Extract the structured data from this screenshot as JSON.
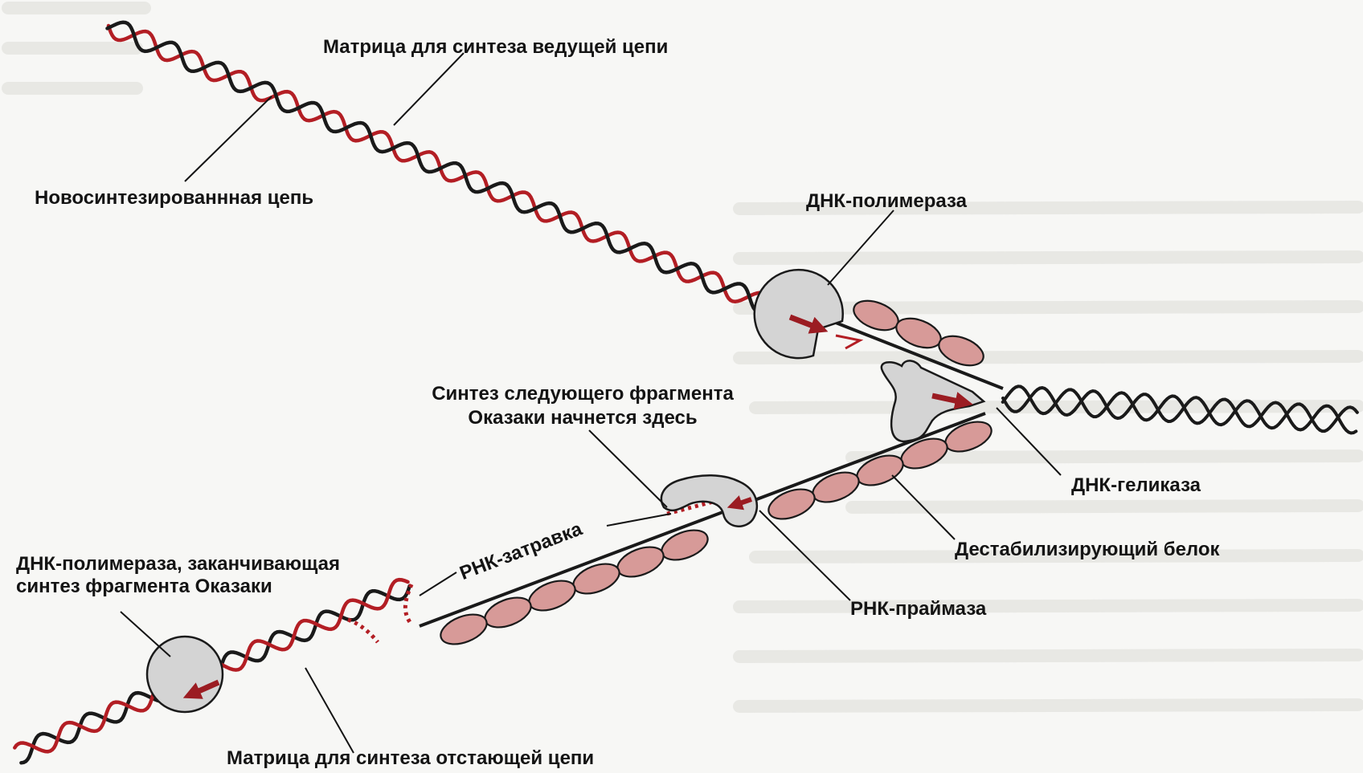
{
  "labels": {
    "leading_template": "Матрица для синтеза ведущей цепи",
    "new_strand": "Новосинтезированнная цепь",
    "polymerase_top": "ДНК-полимераза",
    "next_fragment_line1": "Синтез следующего фрагмента",
    "next_fragment_line2": "Оказаки начнется здесь",
    "helicase": "ДНК-геликаза",
    "ssb": "Дестабилизирующий белок",
    "primer": "РНК-затравка",
    "primase": "РНК-праймаза",
    "polymerase_bottom_line1": "ДНК-полимераза, заканчивающая",
    "polymerase_bottom_line2": "синтез фрагмента Оказаки",
    "lagging_template": "Матрица для синтеза отстающей цепи"
  },
  "colors": {
    "template_strand": "#1a1a1a",
    "new_strand": "#b31e24",
    "protein_fill": "#d4d4d4",
    "ssb_fill": "#d79a98",
    "arrow": "#9b1c22",
    "background": "#f7f7f5"
  },
  "icons": {
    "polymerase": "polymerase-circle-icon",
    "helicase": "helicase-shape-icon",
    "primase": "primase-shape-icon",
    "ssb": "ssb-ellipse-icon"
  }
}
